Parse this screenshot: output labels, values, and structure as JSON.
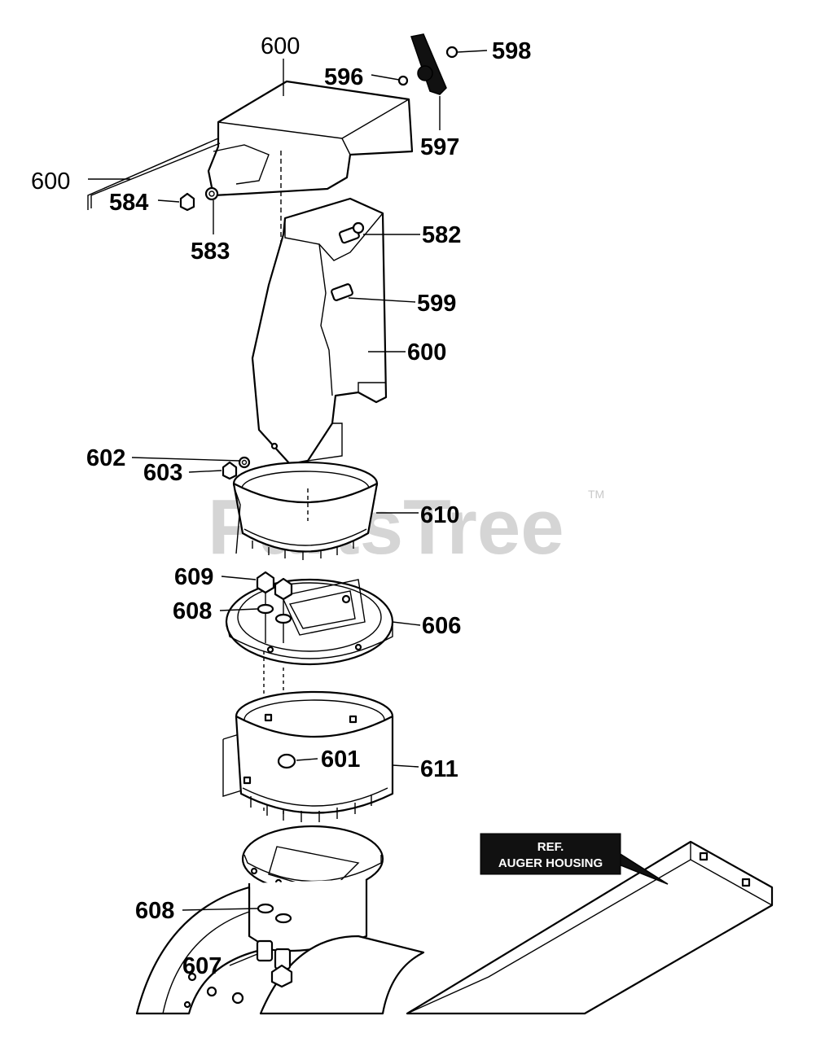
{
  "watermark": {
    "text": "PartsTree",
    "trademark": "TM"
  },
  "reference_box": {
    "line1": "REF.",
    "line2": "AUGER HOUSING"
  },
  "labels": [
    {
      "id": "label-600-top",
      "text": "600"
    },
    {
      "id": "label-596",
      "text": "596"
    },
    {
      "id": "label-598",
      "text": "598"
    },
    {
      "id": "label-597",
      "text": "597"
    },
    {
      "id": "label-600-rod",
      "text": "600"
    },
    {
      "id": "label-584",
      "text": "584"
    },
    {
      "id": "label-583",
      "text": "583"
    },
    {
      "id": "label-582",
      "text": "582"
    },
    {
      "id": "label-599",
      "text": "599"
    },
    {
      "id": "label-600-chute",
      "text": "600"
    },
    {
      "id": "label-602",
      "text": "602"
    },
    {
      "id": "label-603",
      "text": "603"
    },
    {
      "id": "label-610",
      "text": "610"
    },
    {
      "id": "label-609",
      "text": "609"
    },
    {
      "id": "label-608-upper",
      "text": "608"
    },
    {
      "id": "label-606",
      "text": "606"
    },
    {
      "id": "label-601",
      "text": "601"
    },
    {
      "id": "label-611",
      "text": "611"
    },
    {
      "id": "label-608-lower",
      "text": "608"
    },
    {
      "id": "label-607",
      "text": "607"
    }
  ]
}
